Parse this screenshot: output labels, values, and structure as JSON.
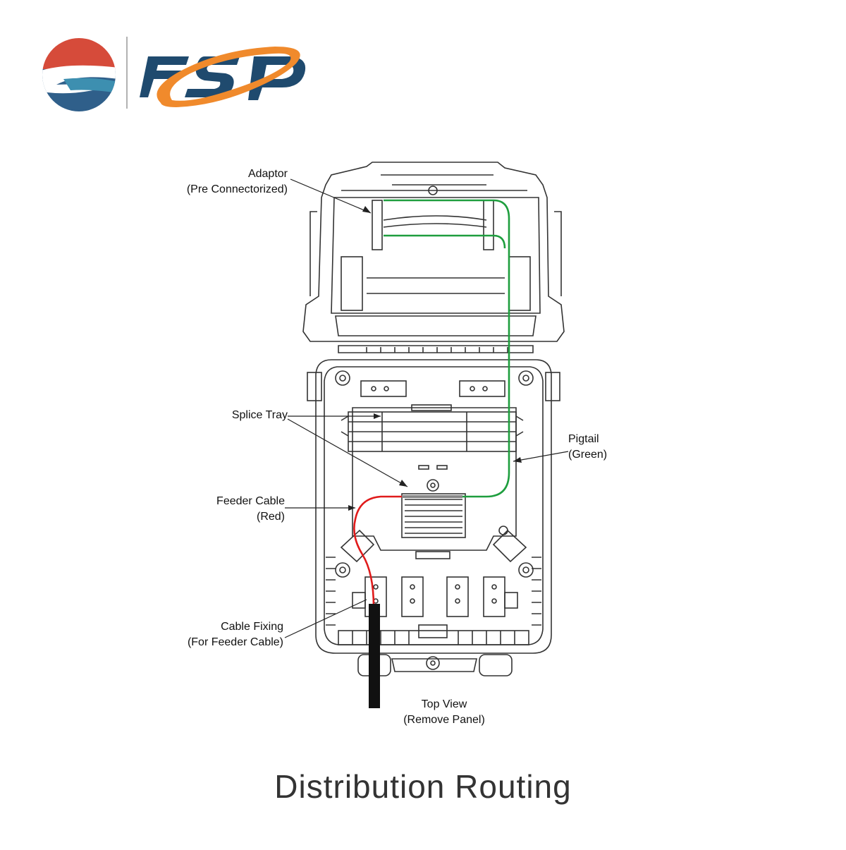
{
  "brand": {
    "wordmark": "FSP",
    "colors": {
      "red": "#d64b3a",
      "blue": "#2f5f8a",
      "teal": "#3d8fb0",
      "orange": "#f08a2c",
      "navy": "#1f4a6e"
    }
  },
  "diagram": {
    "caption": "Distribution Routing",
    "labels": {
      "adaptor": {
        "line1": "Adaptor",
        "line2": "(Pre Connectorized)"
      },
      "splice_tray": {
        "line1": "Splice Tray"
      },
      "pigtail": {
        "line1": "Pigtail",
        "line2": "(Green)"
      },
      "feeder_cable": {
        "line1": "Feeder Cable",
        "line2": "(Red)"
      },
      "cable_fixing": {
        "line1": "Cable Fixing",
        "line2": "(For Feeder Cable)"
      },
      "top_view": {
        "line1": "Top View",
        "line2": "(Remove Panel)"
      }
    },
    "colors": {
      "outline": "#333333",
      "pigtail": "#1e9e3e",
      "feeder": "#e01b1b",
      "cable": "#111111"
    }
  }
}
